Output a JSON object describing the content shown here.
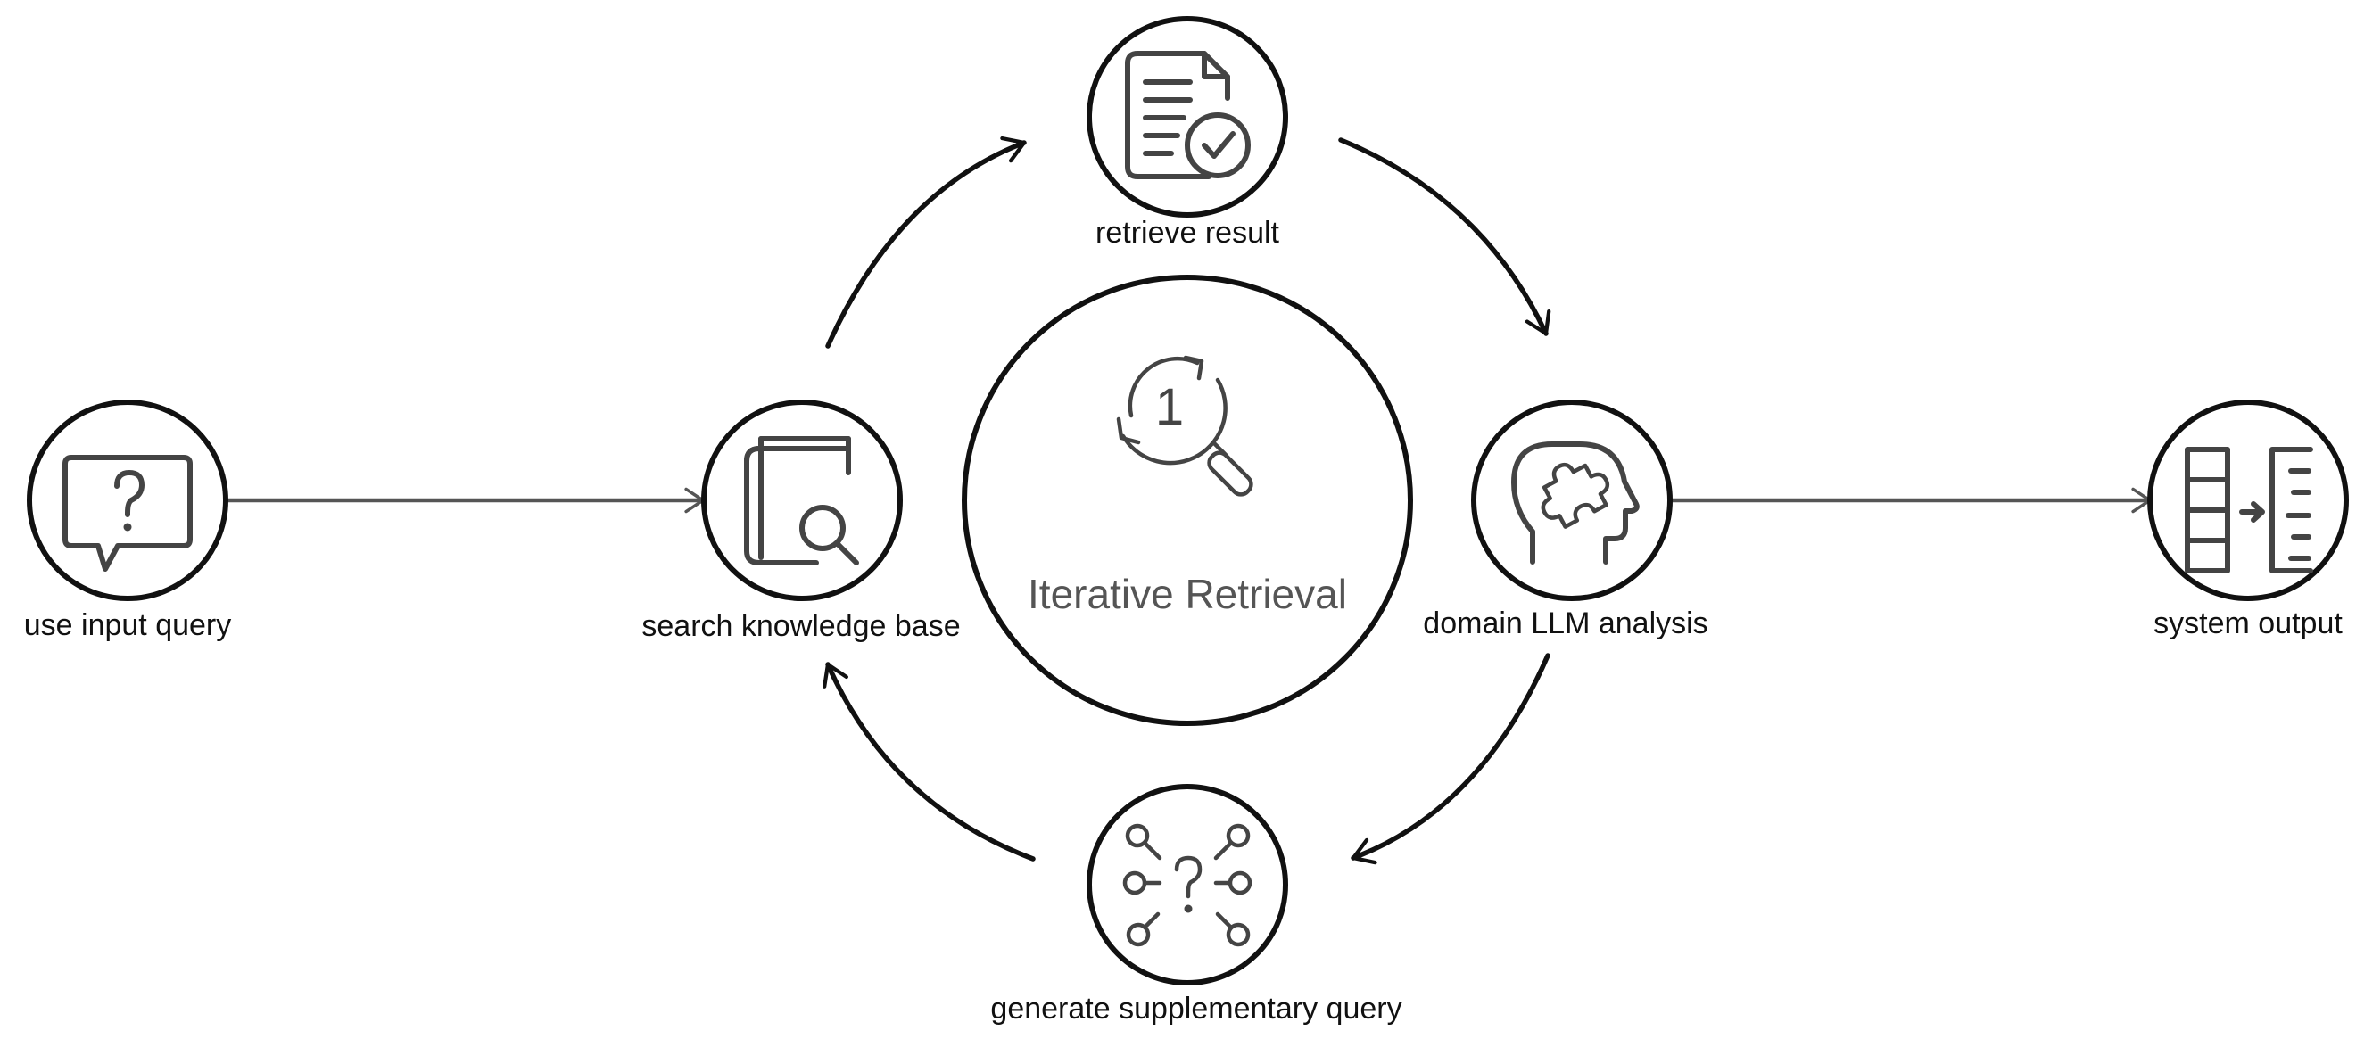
{
  "diagram": {
    "center": {
      "label": "Iterative Retrieval",
      "icon": "iterative-search-icon",
      "icon_numeral": "1"
    },
    "nodes": {
      "input": {
        "label": "use input query",
        "icon": "question-chat-icon"
      },
      "search": {
        "label": "search knowledge base",
        "icon": "book-search-icon"
      },
      "retrieve": {
        "label": "retrieve result",
        "icon": "document-check-icon"
      },
      "analysis": {
        "label": "domain LLM analysis",
        "icon": "head-puzzle-icon"
      },
      "supplementary": {
        "label": "generate supplementary query",
        "icon": "question-network-icon"
      },
      "output": {
        "label": "system output",
        "icon": "table-transform-icon"
      }
    },
    "colors": {
      "stroke": "#111111",
      "icon": "#444444",
      "center_text": "#555555"
    }
  }
}
